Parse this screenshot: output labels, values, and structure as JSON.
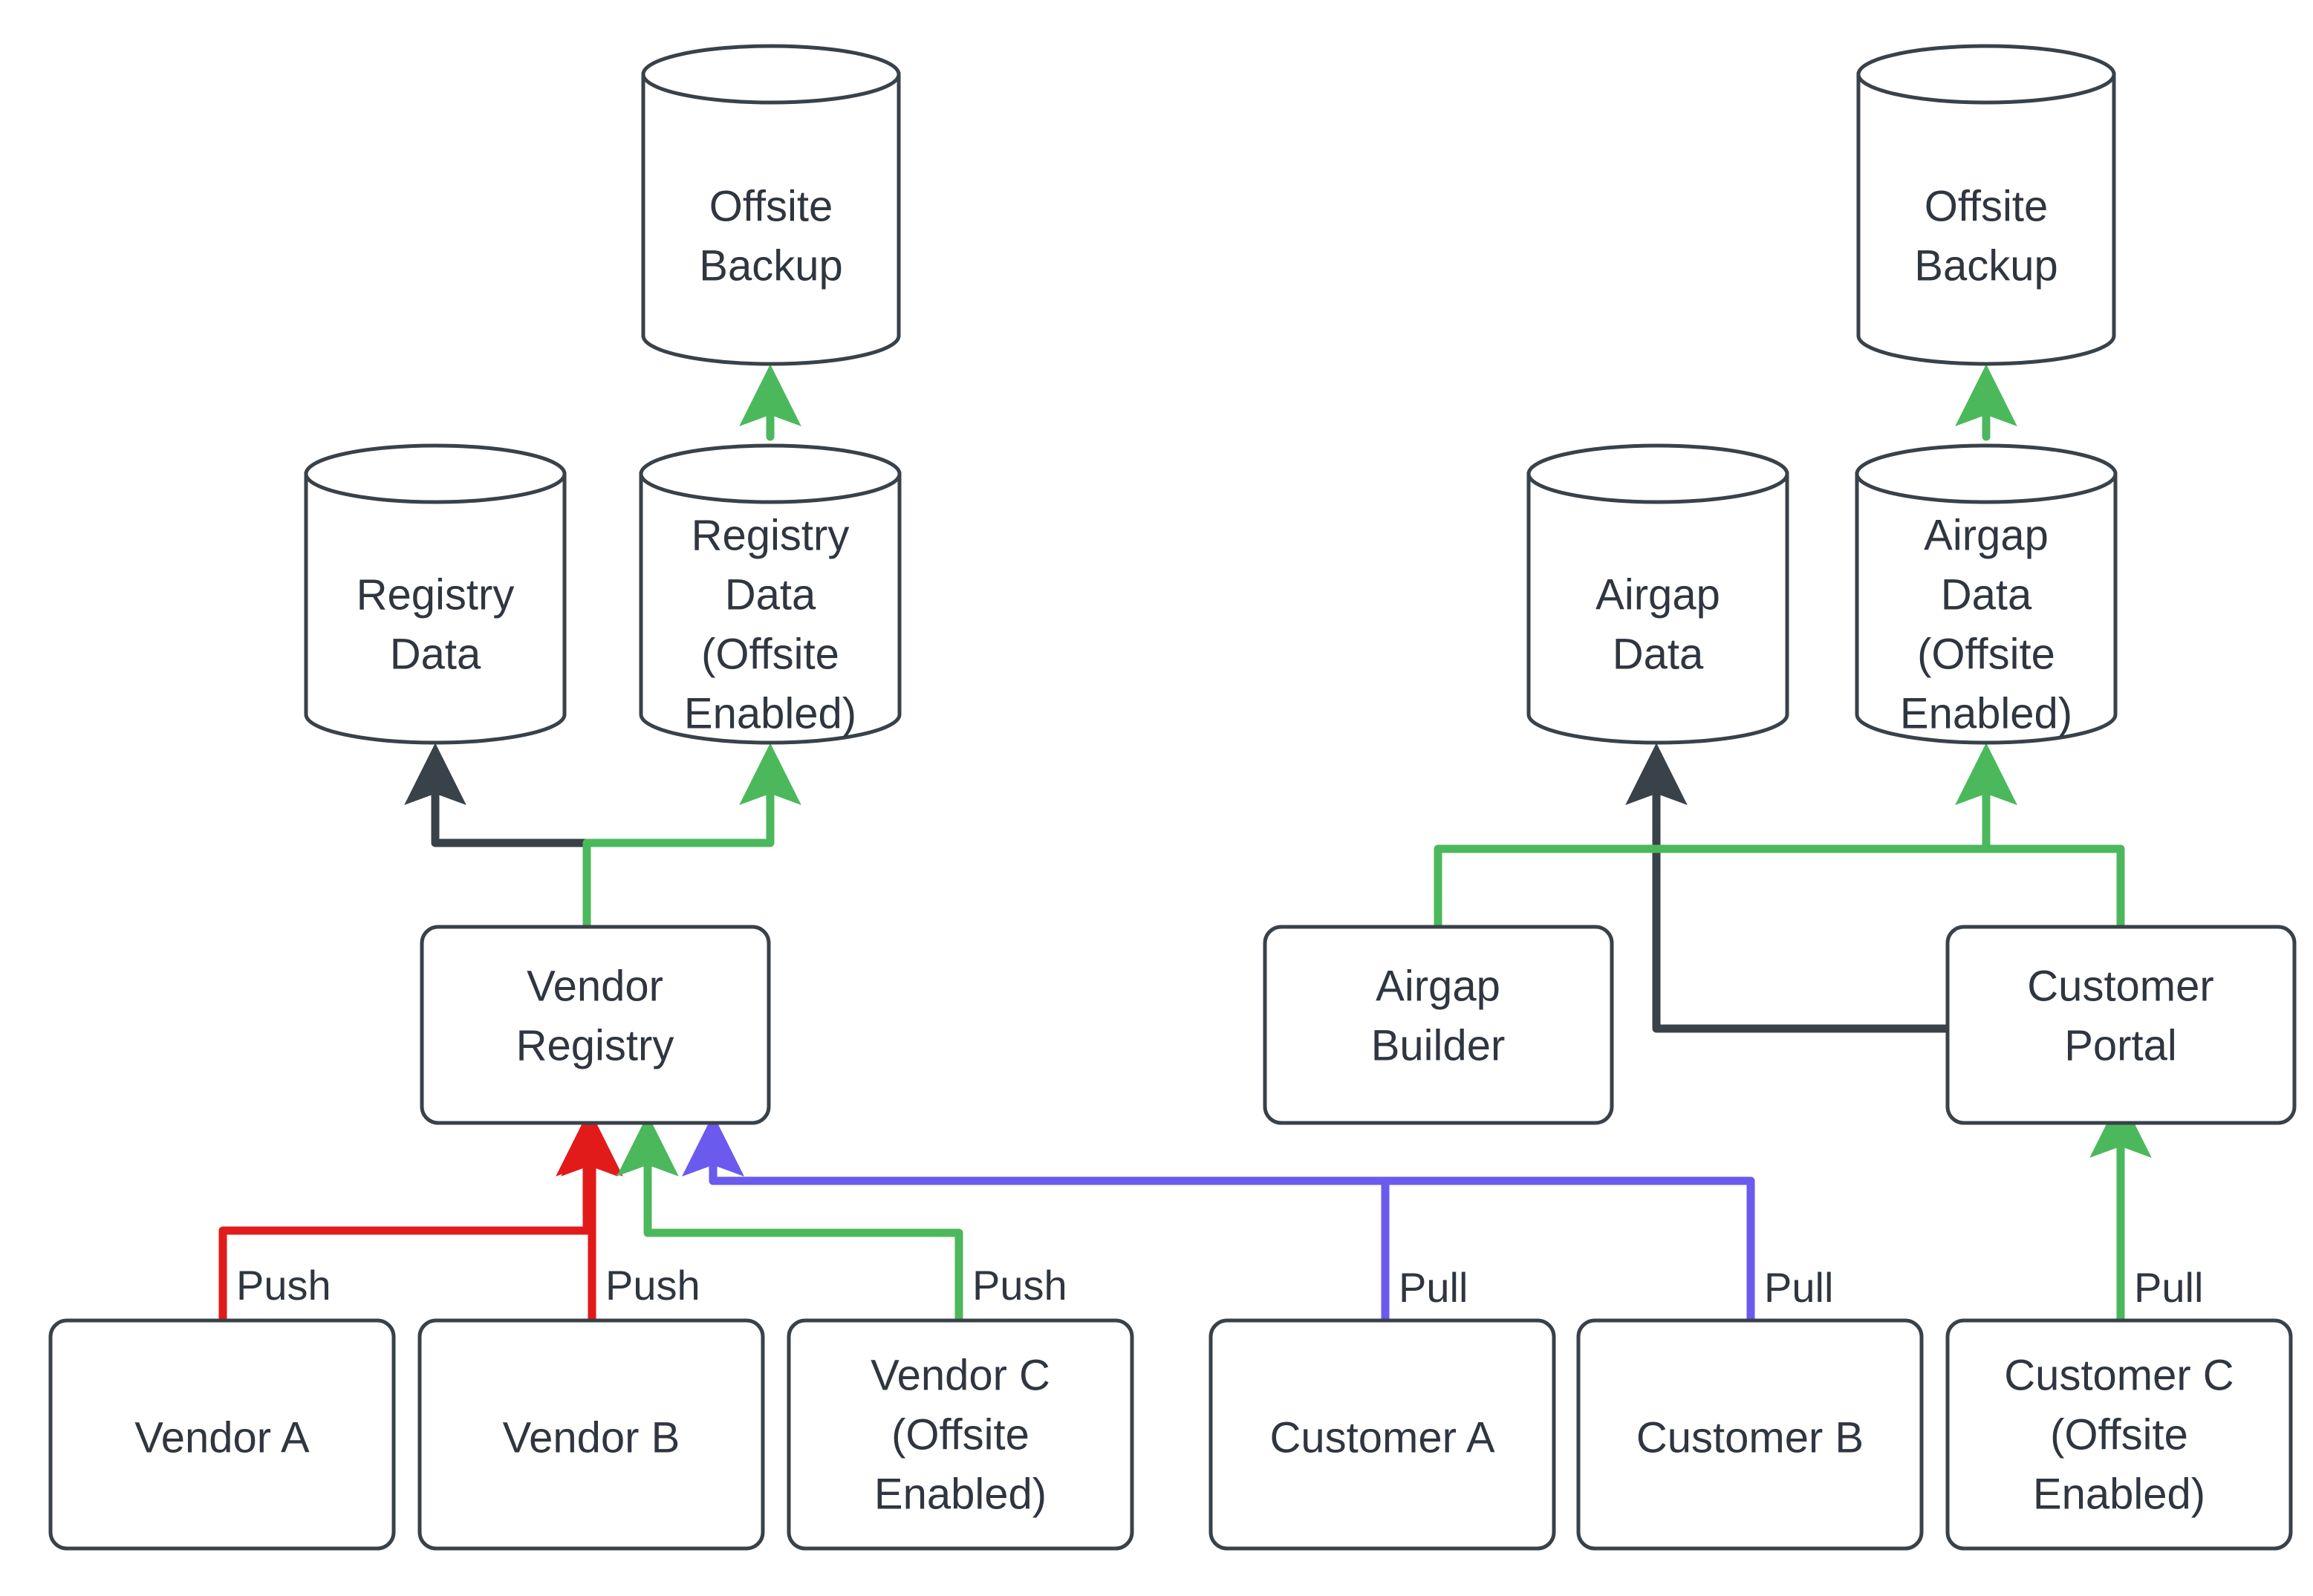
{
  "diagram": {
    "title": "Vendor and Customer Registry Offsite Backup Flow",
    "background": "#ffffff",
    "colors": {
      "node_stroke": "#394149",
      "node_fill": "#ffffff",
      "text": "#2f3640",
      "edge_dark": "#394149",
      "edge_green": "#4cb85c",
      "edge_red": "#e11b19",
      "edge_blue": "#6a5aee"
    }
  },
  "nodes": {
    "offsite_backup_left": {
      "label_line1": "Offsite",
      "label_line2": "Backup",
      "shape": "cylinder"
    },
    "offsite_backup_right": {
      "label_line1": "Offsite",
      "label_line2": "Backup",
      "shape": "cylinder"
    },
    "registry_data": {
      "label_line1": "Registry",
      "label_line2": "Data",
      "shape": "cylinder"
    },
    "registry_data_offsite": {
      "label_line1": "Registry",
      "label_line2": "Data",
      "label_line3": "(Offsite",
      "label_line4": "Enabled)",
      "shape": "cylinder"
    },
    "airgap_data": {
      "label_line1": "Airgap",
      "label_line2": "Data",
      "shape": "cylinder"
    },
    "airgap_data_offsite": {
      "label_line1": "Airgap",
      "label_line2": "Data",
      "label_line3": "(Offsite",
      "label_line4": "Enabled)",
      "shape": "cylinder"
    },
    "vendor_registry": {
      "label_line1": "Vendor",
      "label_line2": "Registry",
      "shape": "rounded-rect"
    },
    "airgap_builder": {
      "label_line1": "Airgap",
      "label_line2": "Builder",
      "shape": "rounded-rect"
    },
    "customer_portal": {
      "label_line1": "Customer",
      "label_line2": "Portal",
      "shape": "rounded-rect"
    },
    "vendor_a": {
      "label_line1": "Vendor A",
      "shape": "rounded-rect"
    },
    "vendor_b": {
      "label_line1": "Vendor B",
      "shape": "rounded-rect"
    },
    "vendor_c": {
      "label_line1": "Vendor C",
      "label_line2": "(Offsite",
      "label_line3": "Enabled)",
      "shape": "rounded-rect"
    },
    "customer_a": {
      "label_line1": "Customer A",
      "shape": "rounded-rect"
    },
    "customer_b": {
      "label_line1": "Customer B",
      "shape": "rounded-rect"
    },
    "customer_c": {
      "label_line1": "Customer C",
      "label_line2": "(Offsite",
      "label_line3": "Enabled)",
      "shape": "rounded-rect"
    }
  },
  "edge_labels": {
    "vendor_a_push": "Push",
    "vendor_b_push": "Push",
    "vendor_c_push": "Push",
    "customer_a_pull": "Pull",
    "customer_b_pull": "Pull",
    "customer_c_pull": "Pull"
  },
  "edges": [
    {
      "from": "registry_data_offsite",
      "to": "offsite_backup_left",
      "color": "#4cb85c",
      "label": ""
    },
    {
      "from": "vendor_registry",
      "to": "registry_data",
      "color": "#394149",
      "label": ""
    },
    {
      "from": "vendor_registry",
      "to": "registry_data_offsite",
      "color": "#4cb85c",
      "label": ""
    },
    {
      "from": "vendor_a",
      "to": "vendor_registry",
      "color": "#e11b19",
      "label": "Push"
    },
    {
      "from": "vendor_b",
      "to": "vendor_registry",
      "color": "#e11b19",
      "label": "Push"
    },
    {
      "from": "vendor_c",
      "to": "vendor_registry",
      "color": "#4cb85c",
      "label": "Push"
    },
    {
      "from": "airgap_data_offsite",
      "to": "offsite_backup_right",
      "color": "#4cb85c",
      "label": ""
    },
    {
      "from": "customer_portal",
      "to": "airgap_data",
      "color": "#394149",
      "label": ""
    },
    {
      "from": "airgap_builder",
      "to": "airgap_data_offsite",
      "color": "#4cb85c",
      "label": ""
    },
    {
      "from": "customer_portal",
      "to": "airgap_data_offsite",
      "color": "#4cb85c",
      "label": ""
    },
    {
      "from": "customer_a",
      "to": "vendor_registry",
      "color": "#6a5aee",
      "label": "Pull"
    },
    {
      "from": "customer_b",
      "to": "vendor_registry",
      "color": "#6a5aee",
      "label": "Pull"
    },
    {
      "from": "customer_c",
      "to": "customer_portal",
      "color": "#4cb85c",
      "label": "Pull"
    }
  ]
}
